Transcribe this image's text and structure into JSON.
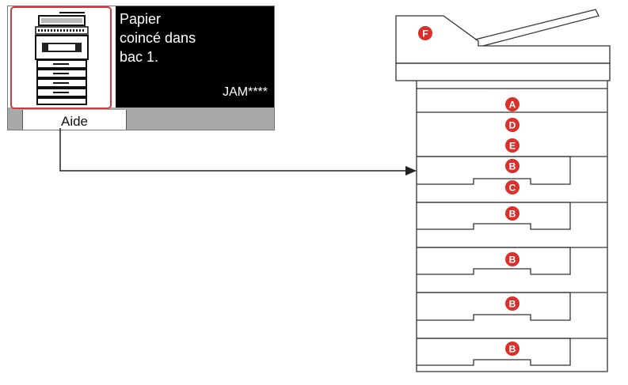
{
  "panel": {
    "message_lines": [
      "Papier",
      "coincé dans",
      "bac 1."
    ],
    "code": "JAM****",
    "help_button": "Aide"
  },
  "badges": {
    "F": "F",
    "A": "A",
    "D": "D",
    "E": "E",
    "B": "B",
    "C": "C"
  },
  "colors": {
    "badge": "#d9302c",
    "highlight": "#d03a3a",
    "screen": "#000000",
    "bar": "#a9a9a9"
  }
}
